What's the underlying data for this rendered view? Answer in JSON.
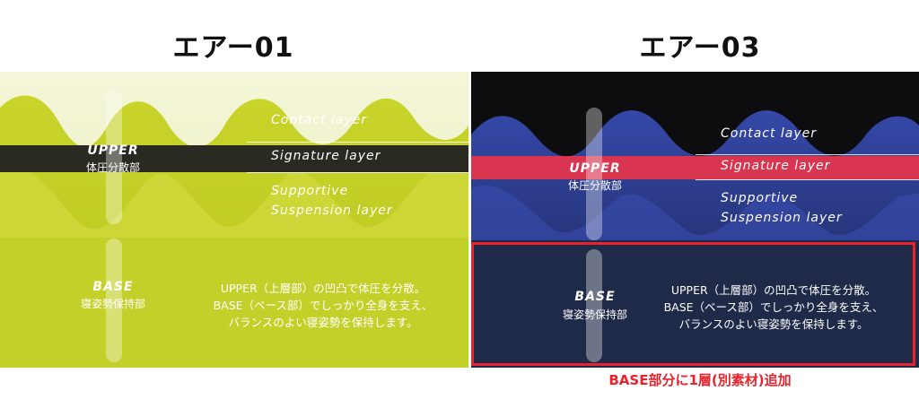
{
  "headings": {
    "left": "エアー01",
    "right": "エアー03"
  },
  "layers": {
    "contact": "Contact layer",
    "signature": "Signature layer",
    "supportive_line1": "Supportive",
    "supportive_line2": "Suspension layer"
  },
  "upper": {
    "en": "UPPER",
    "jp": "体圧分散部"
  },
  "base": {
    "en": "BASE",
    "jp": "寝姿勢保持部"
  },
  "description": [
    "UPPER（上層部）の凹凸で体圧を分散。",
    "BASE（ベース部）でしっかり全身を支え、",
    "バランスのよい寝姿勢を保持します。"
  ],
  "note": "BASE部分に1層(別素材)追加",
  "colors": {
    "lime": "#c9d62e",
    "navy": "#2d3a7d",
    "dark_base": "#1f2a48",
    "signature_dark": "#2a2a22",
    "signature_red": "#e8344a",
    "accent_red": "#e8232e"
  }
}
